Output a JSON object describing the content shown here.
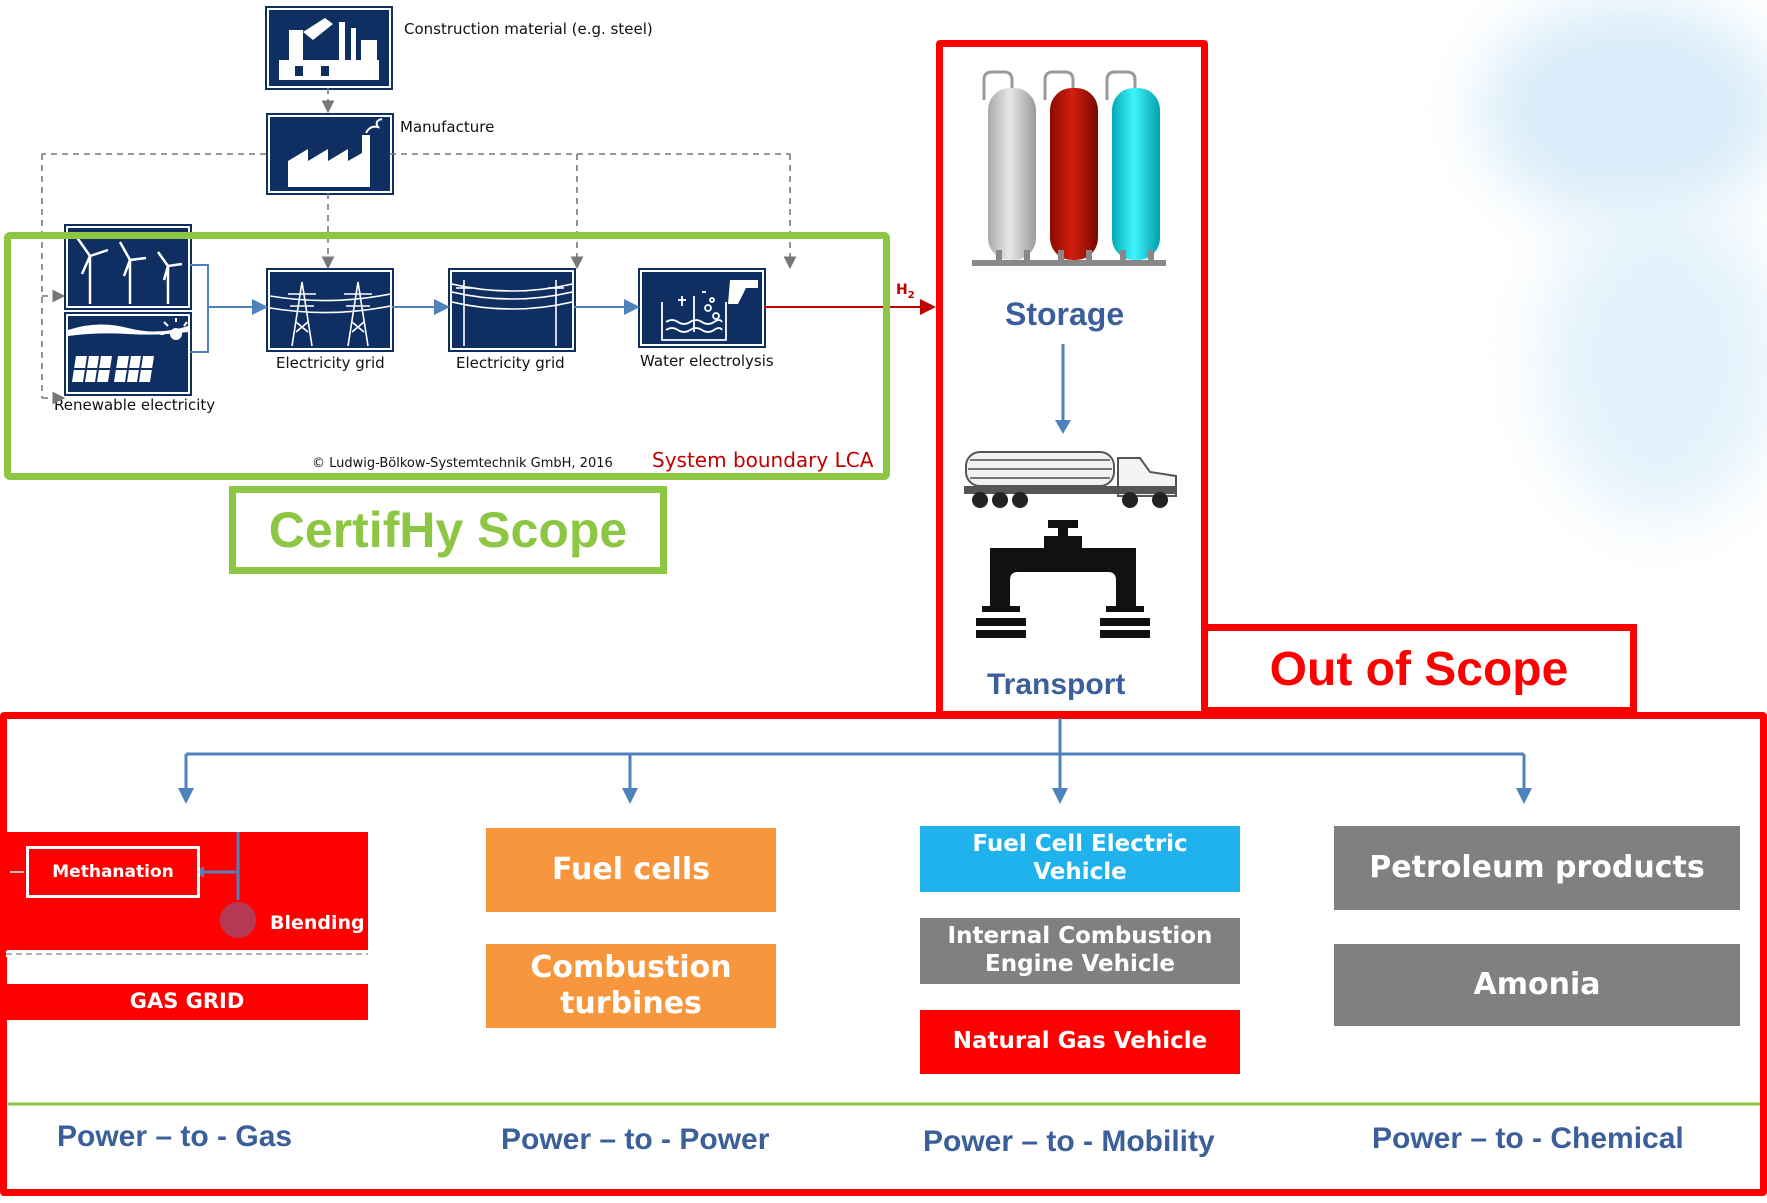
{
  "lca": {
    "construction_label": "Construction material (e.g. steel)",
    "manufacture_label": "Manufacture",
    "renewable_label": "Renewable electricity",
    "grid1_label": "Electricity grid",
    "grid2_label": "Electricity grid",
    "electrolysis_label": "Water electrolysis",
    "h2_label": "H",
    "h2_sub": "2",
    "copyright": "© Ludwig-Bölkow-Systemtechnik GmbH, 2016",
    "boundary_label": "System boundary LCA"
  },
  "certifhy_scope": "CertifHy Scope",
  "out_of_scope": "Out of Scope",
  "logistics": {
    "storage_label": "Storage",
    "transport_label": "Transport"
  },
  "gas": {
    "methanation": "Methanation",
    "blending": "Blending",
    "gas_grid": "GAS GRID",
    "label": "Power – to - Gas"
  },
  "power": {
    "fuel_cells": "Fuel cells",
    "combustion_turbines": "Combustion turbines",
    "label": "Power – to - Power"
  },
  "mobility": {
    "fcev": "Fuel Cell Electric Vehicle",
    "ice": "Internal Combustion Engine Vehicle",
    "ngv": "Natural Gas Vehicle",
    "label": "Power – to - Mobility"
  },
  "chemical": {
    "petroleum": "Petroleum products",
    "amonia": "Amonia",
    "label": "Power – to - Chemical"
  },
  "colors": {
    "navy": "#0f2f63",
    "green": "#8dc642",
    "red": "#ff0000",
    "blue_arrow": "#4f81bd",
    "orange": "#f7963c",
    "cyan": "#1fb2ec",
    "gray": "#808080",
    "label_blue": "#3b5f9a"
  }
}
